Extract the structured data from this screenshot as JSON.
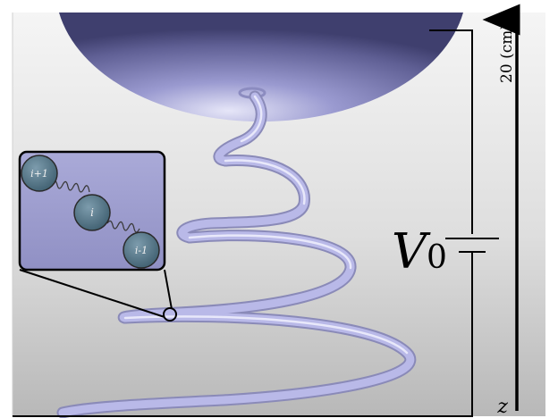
{
  "scale_label": "20 (cm)",
  "axis_label": "z",
  "voltage": {
    "symbol": "V",
    "subscript": "0"
  },
  "inset": {
    "beads": [
      {
        "label": "i+1"
      },
      {
        "label": "i"
      },
      {
        "label": "i-1"
      }
    ]
  },
  "colors": {
    "sphere": "#6f6fa6",
    "coil": "#b3b3e6",
    "inset_bg": "#9e9ecf",
    "bead": "#4f7384",
    "background_top": "#f4f4f4",
    "background_bottom": "#b9b9b9"
  }
}
